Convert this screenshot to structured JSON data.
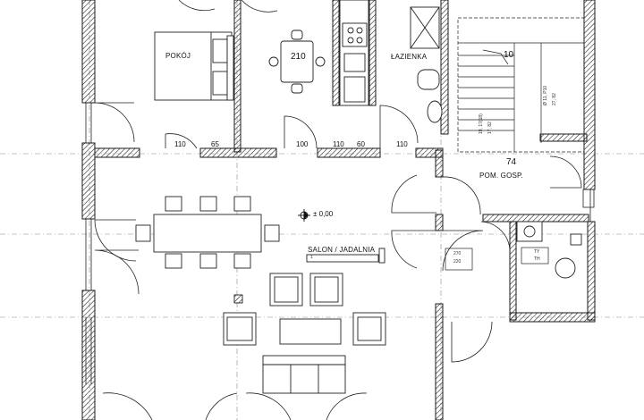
{
  "rooms": {
    "pokoj": "POKÓJ",
    "lazienka": "ŁAZIENKA",
    "salon": "SALON / JADALNIA",
    "pom_gosp": "POM. GOSP."
  },
  "room_numbers": {
    "kitchen": "210",
    "pom_gosp": "74",
    "stair_top": "10"
  },
  "dimensions": [
    "110",
    "65",
    "100",
    "110",
    "60",
    "110"
  ],
  "level_mark": "± 0,00",
  "salon_index": "1",
  "small_notes": {
    "door_a": "270",
    "door_b": "220",
    "wc_a": "TY",
    "wc_b": "TH"
  },
  "stair_notes": {
    "s1": "19, 17(18)",
    "s2": "17, 82",
    "s3": "Ø 11, P10",
    "s4": "27, 82"
  },
  "colors": {
    "wall_line": "#1a1a1a",
    "wall_hatch": "#1a1a1a",
    "thin_line": "#222222",
    "axis_line": "#888888"
  }
}
